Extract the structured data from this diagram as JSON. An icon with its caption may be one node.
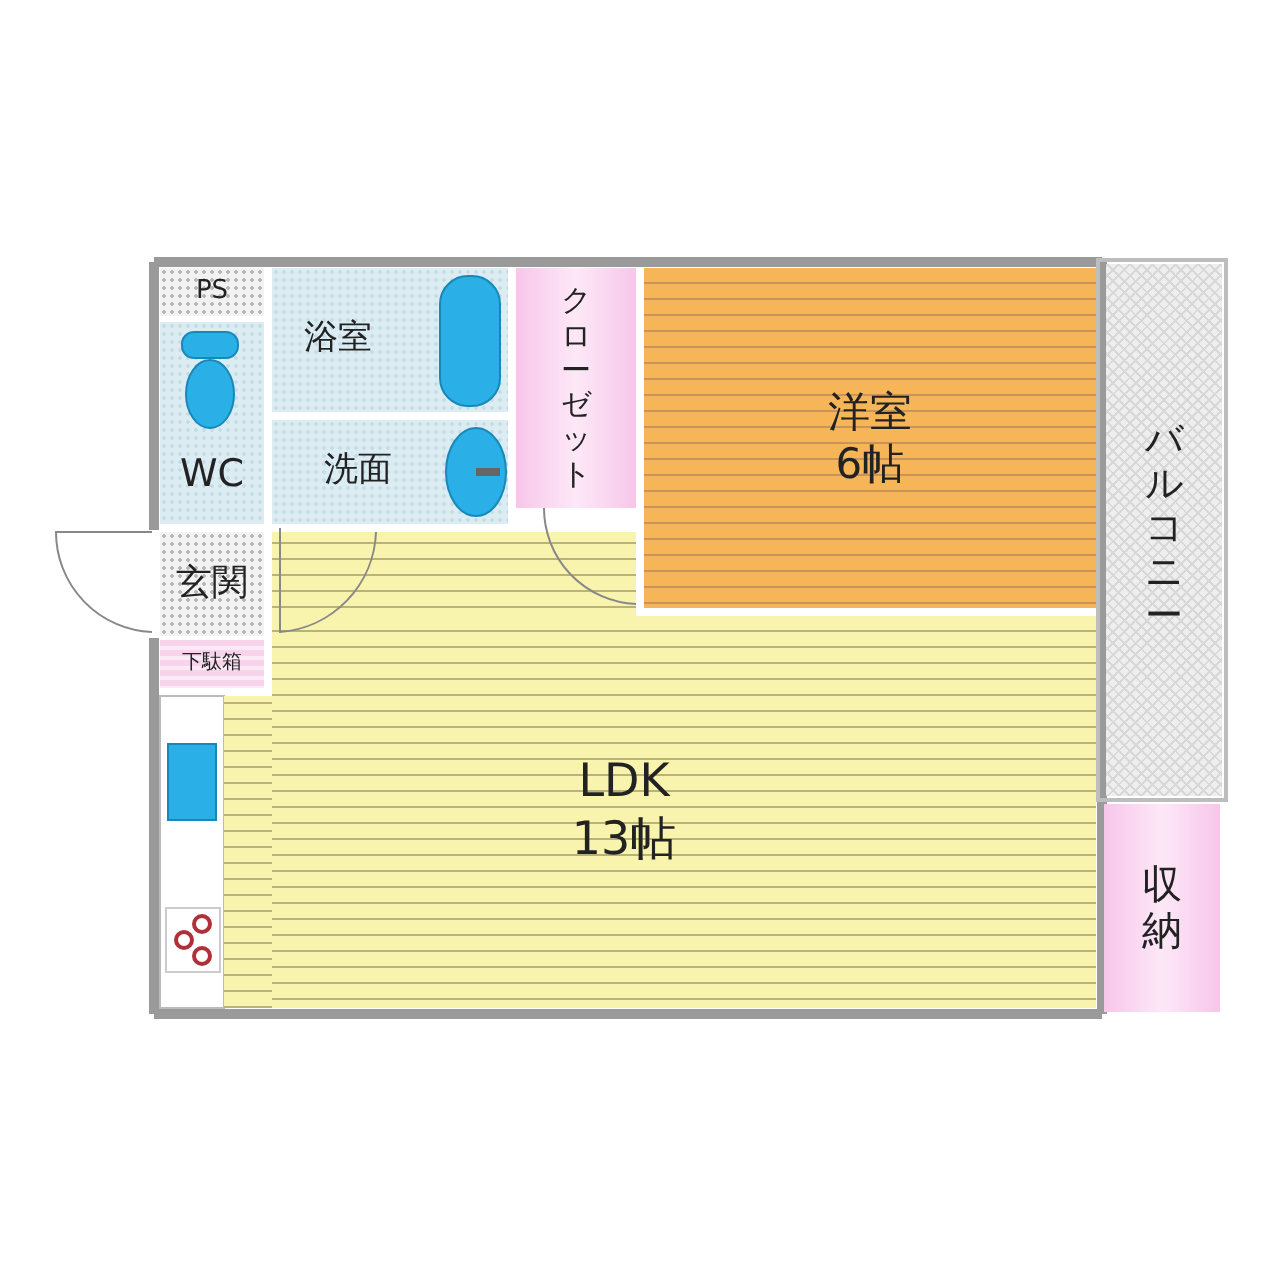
{
  "diagram": {
    "nodes": [
      {
        "text": [
          "PS"
        ]
      },
      {
        "text": [
          "浴室"
        ]
      },
      {
        "text": [
          "WC"
        ]
      },
      {
        "text": [
          "洗面"
        ]
      },
      {
        "text": [
          "クローゼット"
        ]
      },
      {
        "text": [
          "洋室 6帖"
        ]
      },
      {
        "text": [
          "バルコニー"
        ]
      },
      {
        "text": [
          "玄関"
        ]
      },
      {
        "text": [
          "下駄箱"
        ]
      },
      {
        "text": [
          "LDK 13帖"
        ]
      },
      {
        "text": [
          "収納"
        ]
      }
    ]
  }
}
